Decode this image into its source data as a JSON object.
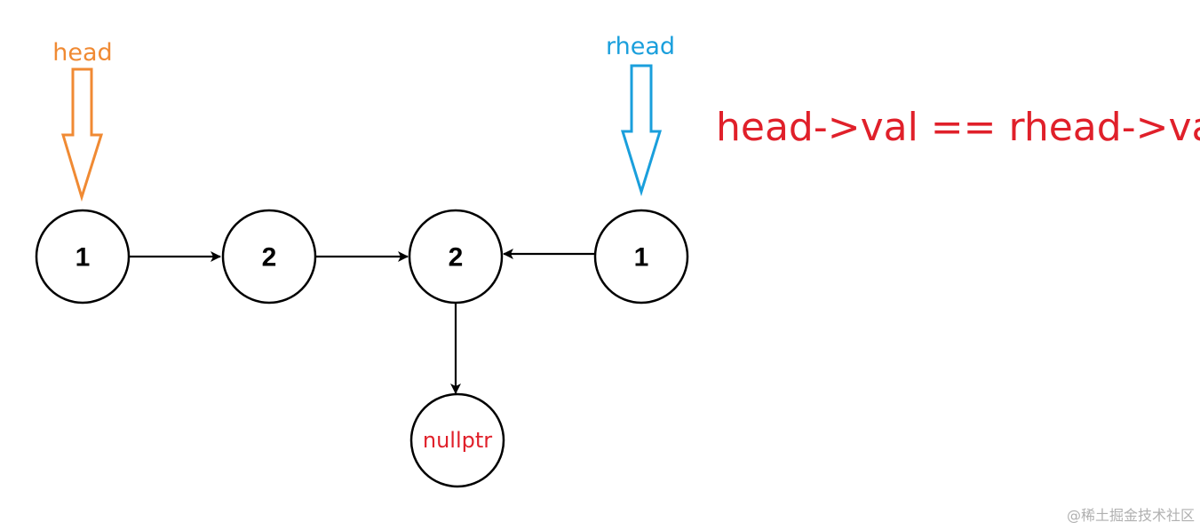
{
  "colors": {
    "head": "#f08a33",
    "rhead": "#1a9fdc",
    "highlight": "#e0202a",
    "node_stroke": "#000000",
    "watermark": "#b0b0b0"
  },
  "pointers": {
    "head": {
      "label": "head"
    },
    "rhead": {
      "label": "rhead"
    }
  },
  "nodes": [
    {
      "value": "1"
    },
    {
      "value": "2"
    },
    {
      "value": "2"
    },
    {
      "value": "1"
    }
  ],
  "null_node": {
    "label": "nullptr"
  },
  "equation": "head->val == rhead->val",
  "watermark": "@稀土掘金技术社区"
}
